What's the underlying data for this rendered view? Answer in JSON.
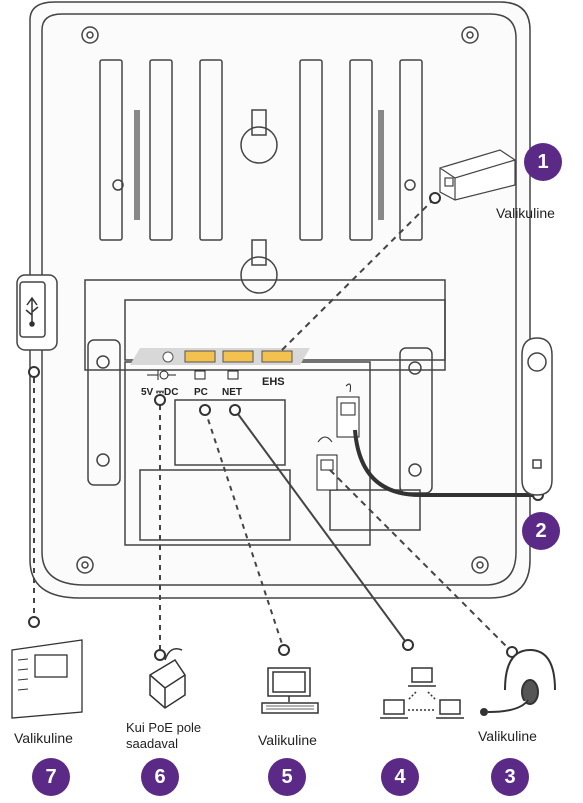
{
  "phone": {
    "ports": {
      "power": "5V ⎓DC",
      "pc": "PC",
      "net": "NET",
      "ehs": "EHS"
    }
  },
  "accessories": [
    {
      "number": "1",
      "caption": "Valikuline",
      "icon": "ehs-adapter-icon"
    },
    {
      "number": "2",
      "caption": "",
      "icon": "handset-icon"
    },
    {
      "number": "3",
      "caption": "Valikuline",
      "icon": "headset-icon"
    },
    {
      "number": "4",
      "caption": "",
      "icon": "network-icon"
    },
    {
      "number": "5",
      "caption": "Valikuline",
      "icon": "computer-icon"
    },
    {
      "number": "6",
      "caption": "Kui PoE pole saadaval",
      "icon": "power-adapter-icon"
    },
    {
      "number": "7",
      "caption": "Valikuline",
      "icon": "expansion-module-icon"
    }
  ],
  "colors": {
    "badge": "#5b2a86",
    "ports_highlight": "#f2c14e",
    "line": "#333333"
  }
}
